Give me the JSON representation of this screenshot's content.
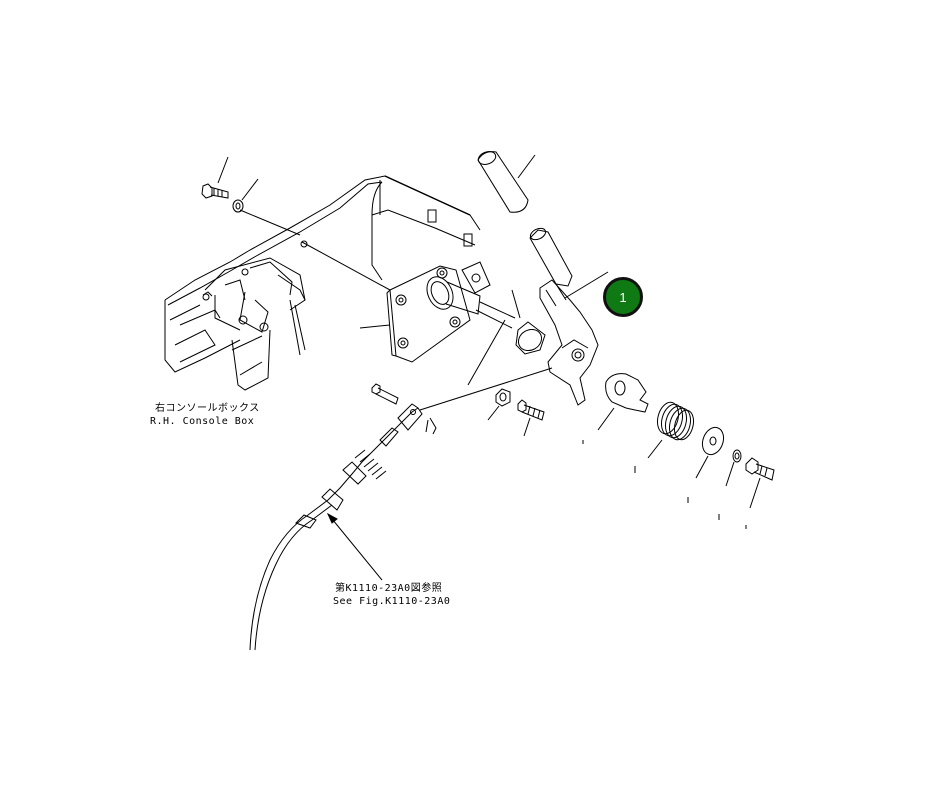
{
  "labels": {
    "console_jp": "右コンソールボックス",
    "console_en": "R.H. Console Box",
    "ref_jp": "第K1110-23A0図参照",
    "ref_en": "See Fig.K1110-23A0"
  },
  "callout": {
    "number": "1",
    "color": "#0f7a14"
  },
  "colors": {
    "line": "#000000",
    "background": "#ffffff"
  }
}
